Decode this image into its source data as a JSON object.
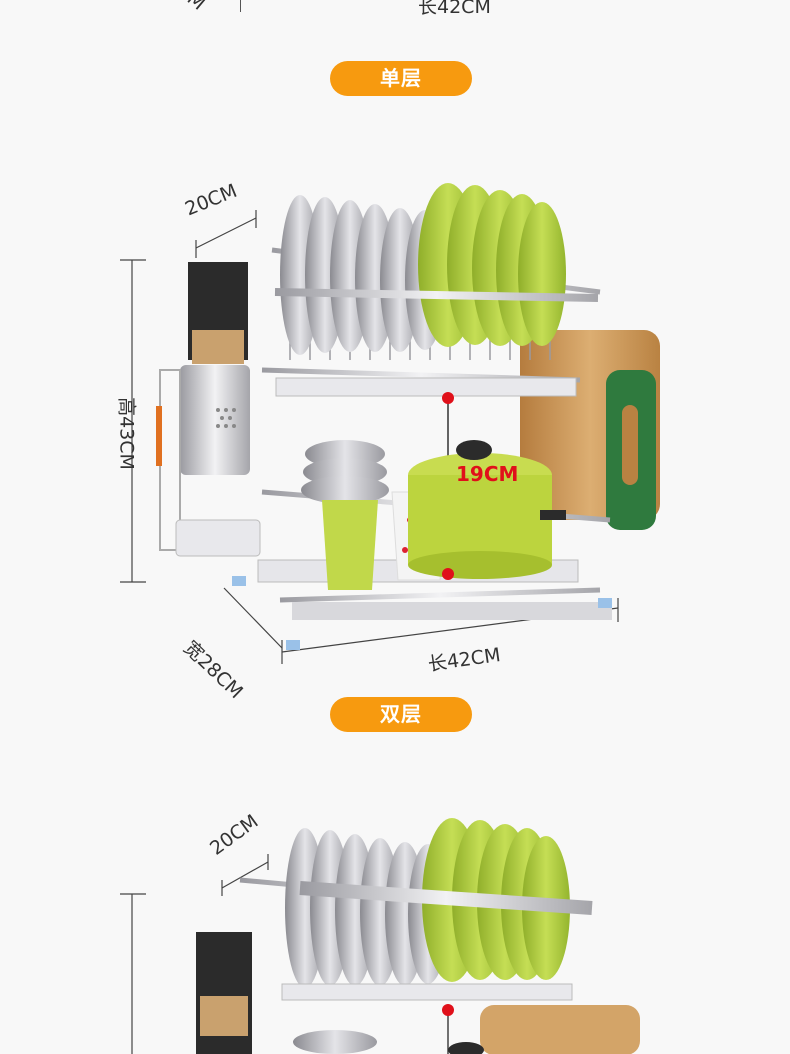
{
  "top_fragment": {
    "length_label": "长42CM",
    "cut_label": "M"
  },
  "section1": {
    "badge": "单层",
    "dims": {
      "depth": "20CM",
      "height": "高43CM",
      "width": "宽28CM",
      "length": "长42CM",
      "gap": "19CM"
    }
  },
  "section2": {
    "badge": "双层",
    "dims": {
      "depth": "20CM"
    }
  },
  "colors": {
    "badge": "#f79a0f",
    "plate_green": "#a9c93a",
    "steel": "#c8c8cc",
    "wood": "#c8965a",
    "marker": "#e0101a"
  }
}
